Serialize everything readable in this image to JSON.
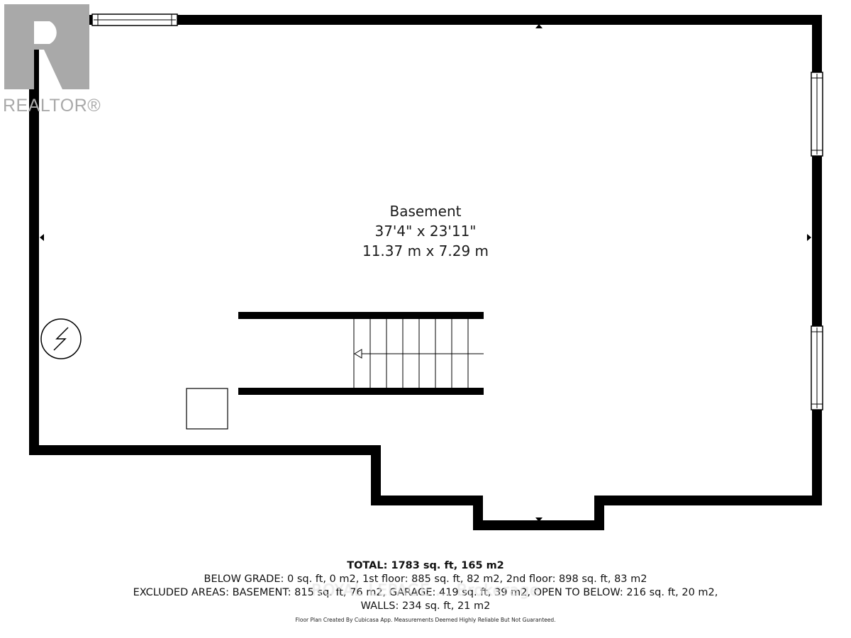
{
  "logo": {
    "text": "REALTOR®"
  },
  "room": {
    "name": "Basement",
    "dim_imperial": "37'4\" x 23'11\"",
    "dim_metric": "11.37 m x 7.29 m"
  },
  "summary": {
    "total": "TOTAL: 1783 sq. ft, 165 m2",
    "below_grade": "BELOW GRADE: 0 sq. ft, 0 m2, 1st floor: 885 sq. ft, 82 m2, 2nd floor: 898 sq. ft, 83 m2",
    "excluded": "EXCLUDED AREAS: BASEMENT: 815 sq. ft, 76 m2, GARAGE: 419 sq. ft, 39 m2, OPEN TO BELOW: 216 sq. ft, 20 m2,",
    "walls": "WALLS: 234 sq. ft, 21 m2"
  },
  "watermark": "ROYAL LEPAGE ... Brokerage",
  "footer": "Floor Plan Created By Cubicasa App. Measurements Deemed Highly Reliable But Not Guaranteed.",
  "colors": {
    "wall": "#000000",
    "logo_gray": "#a9a9a9",
    "background": "#ffffff"
  }
}
